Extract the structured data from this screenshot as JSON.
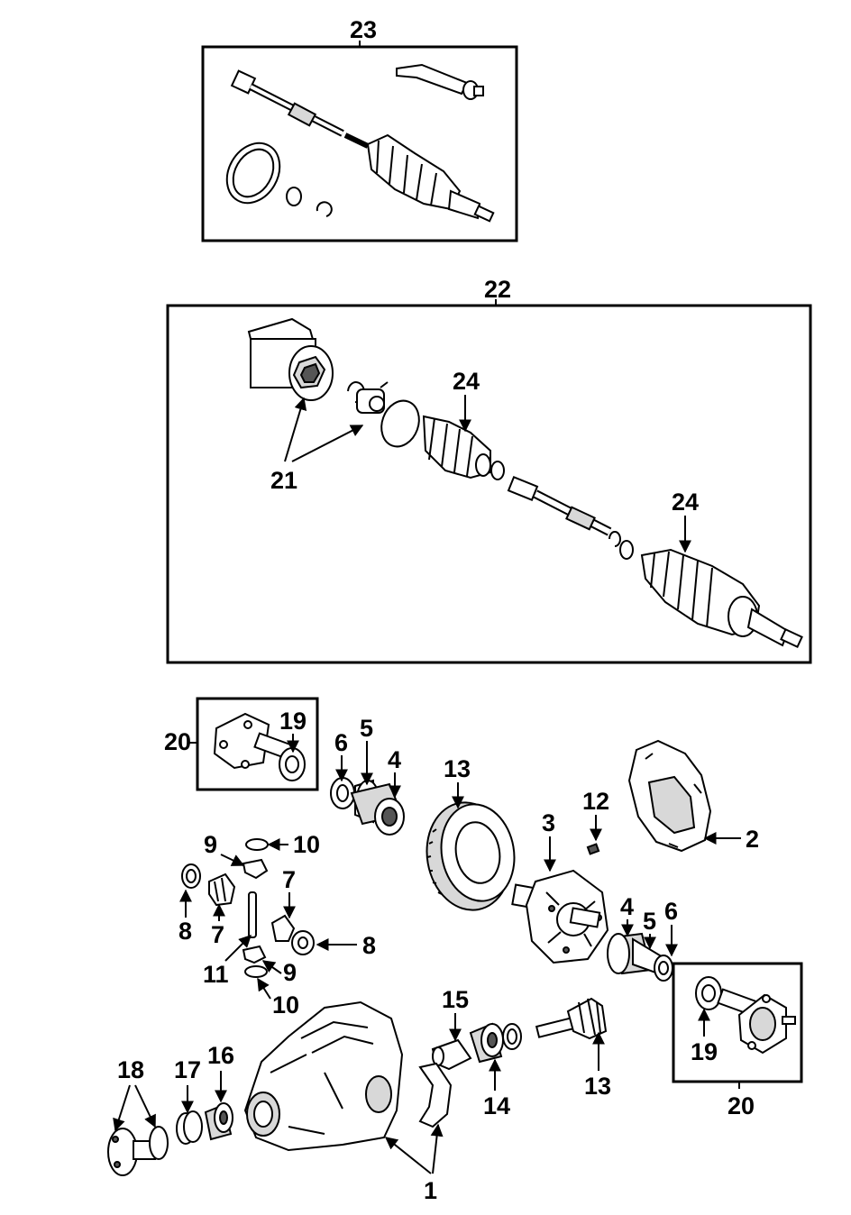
{
  "labels": {
    "l23": "23",
    "l22": "22",
    "l24a": "24",
    "l24b": "24",
    "l21": "21",
    "l20a": "20",
    "l19a": "19",
    "l6a": "6",
    "l5a": "5",
    "l4a": "4",
    "l13a": "13",
    "l12": "12",
    "l3": "3",
    "l2": "2",
    "l9a": "9",
    "l10a": "10",
    "l8a": "8",
    "l7a": "7",
    "l7b": "7",
    "l8b": "8",
    "l11": "11",
    "l9b": "9",
    "l10b": "10",
    "l4b": "4",
    "l5b": "5",
    "l6b": "6",
    "l15": "15",
    "l14": "14",
    "l13b": "13",
    "l19b": "19",
    "l20b": "20",
    "l18": "18",
    "l17": "17",
    "l16": "16",
    "l1": "1"
  }
}
